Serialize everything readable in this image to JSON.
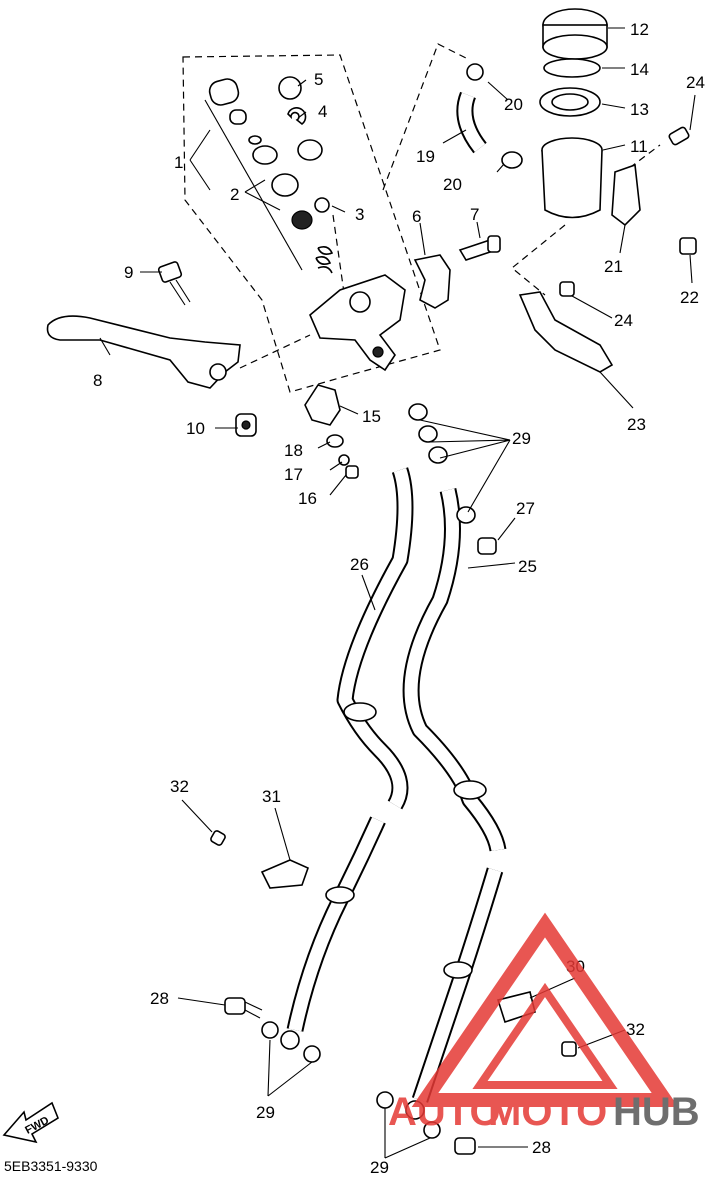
{
  "drawing_code": "5EB3351-9330",
  "fwd_label": "FWD",
  "watermark": {
    "part1": "AUTO",
    "part2": "MOTO",
    "part3": "HUB"
  },
  "colors": {
    "line": "#000000",
    "watermark_red": "#e53935",
    "watermark_dark": "#555555"
  },
  "callouts": {
    "c1": "1",
    "c2": "2",
    "c3": "3",
    "c4": "4",
    "c5": "5",
    "c6": "6",
    "c7": "7",
    "c8": "8",
    "c9": "9",
    "c10": "10",
    "c11": "11",
    "c12": "12",
    "c13": "13",
    "c14": "14",
    "c15": "15",
    "c16": "16",
    "c17": "17",
    "c18": "18",
    "c19": "19",
    "c20a": "20",
    "c20b": "20",
    "c21": "21",
    "c22": "22",
    "c23": "23",
    "c24a": "24",
    "c24b": "24",
    "c25": "25",
    "c26": "26",
    "c27": "27",
    "c28a": "28",
    "c28b": "28",
    "c29a": "29",
    "c29b": "29",
    "c29c": "29",
    "c30": "30",
    "c31": "31",
    "c32a": "32",
    "c32b": "32"
  }
}
